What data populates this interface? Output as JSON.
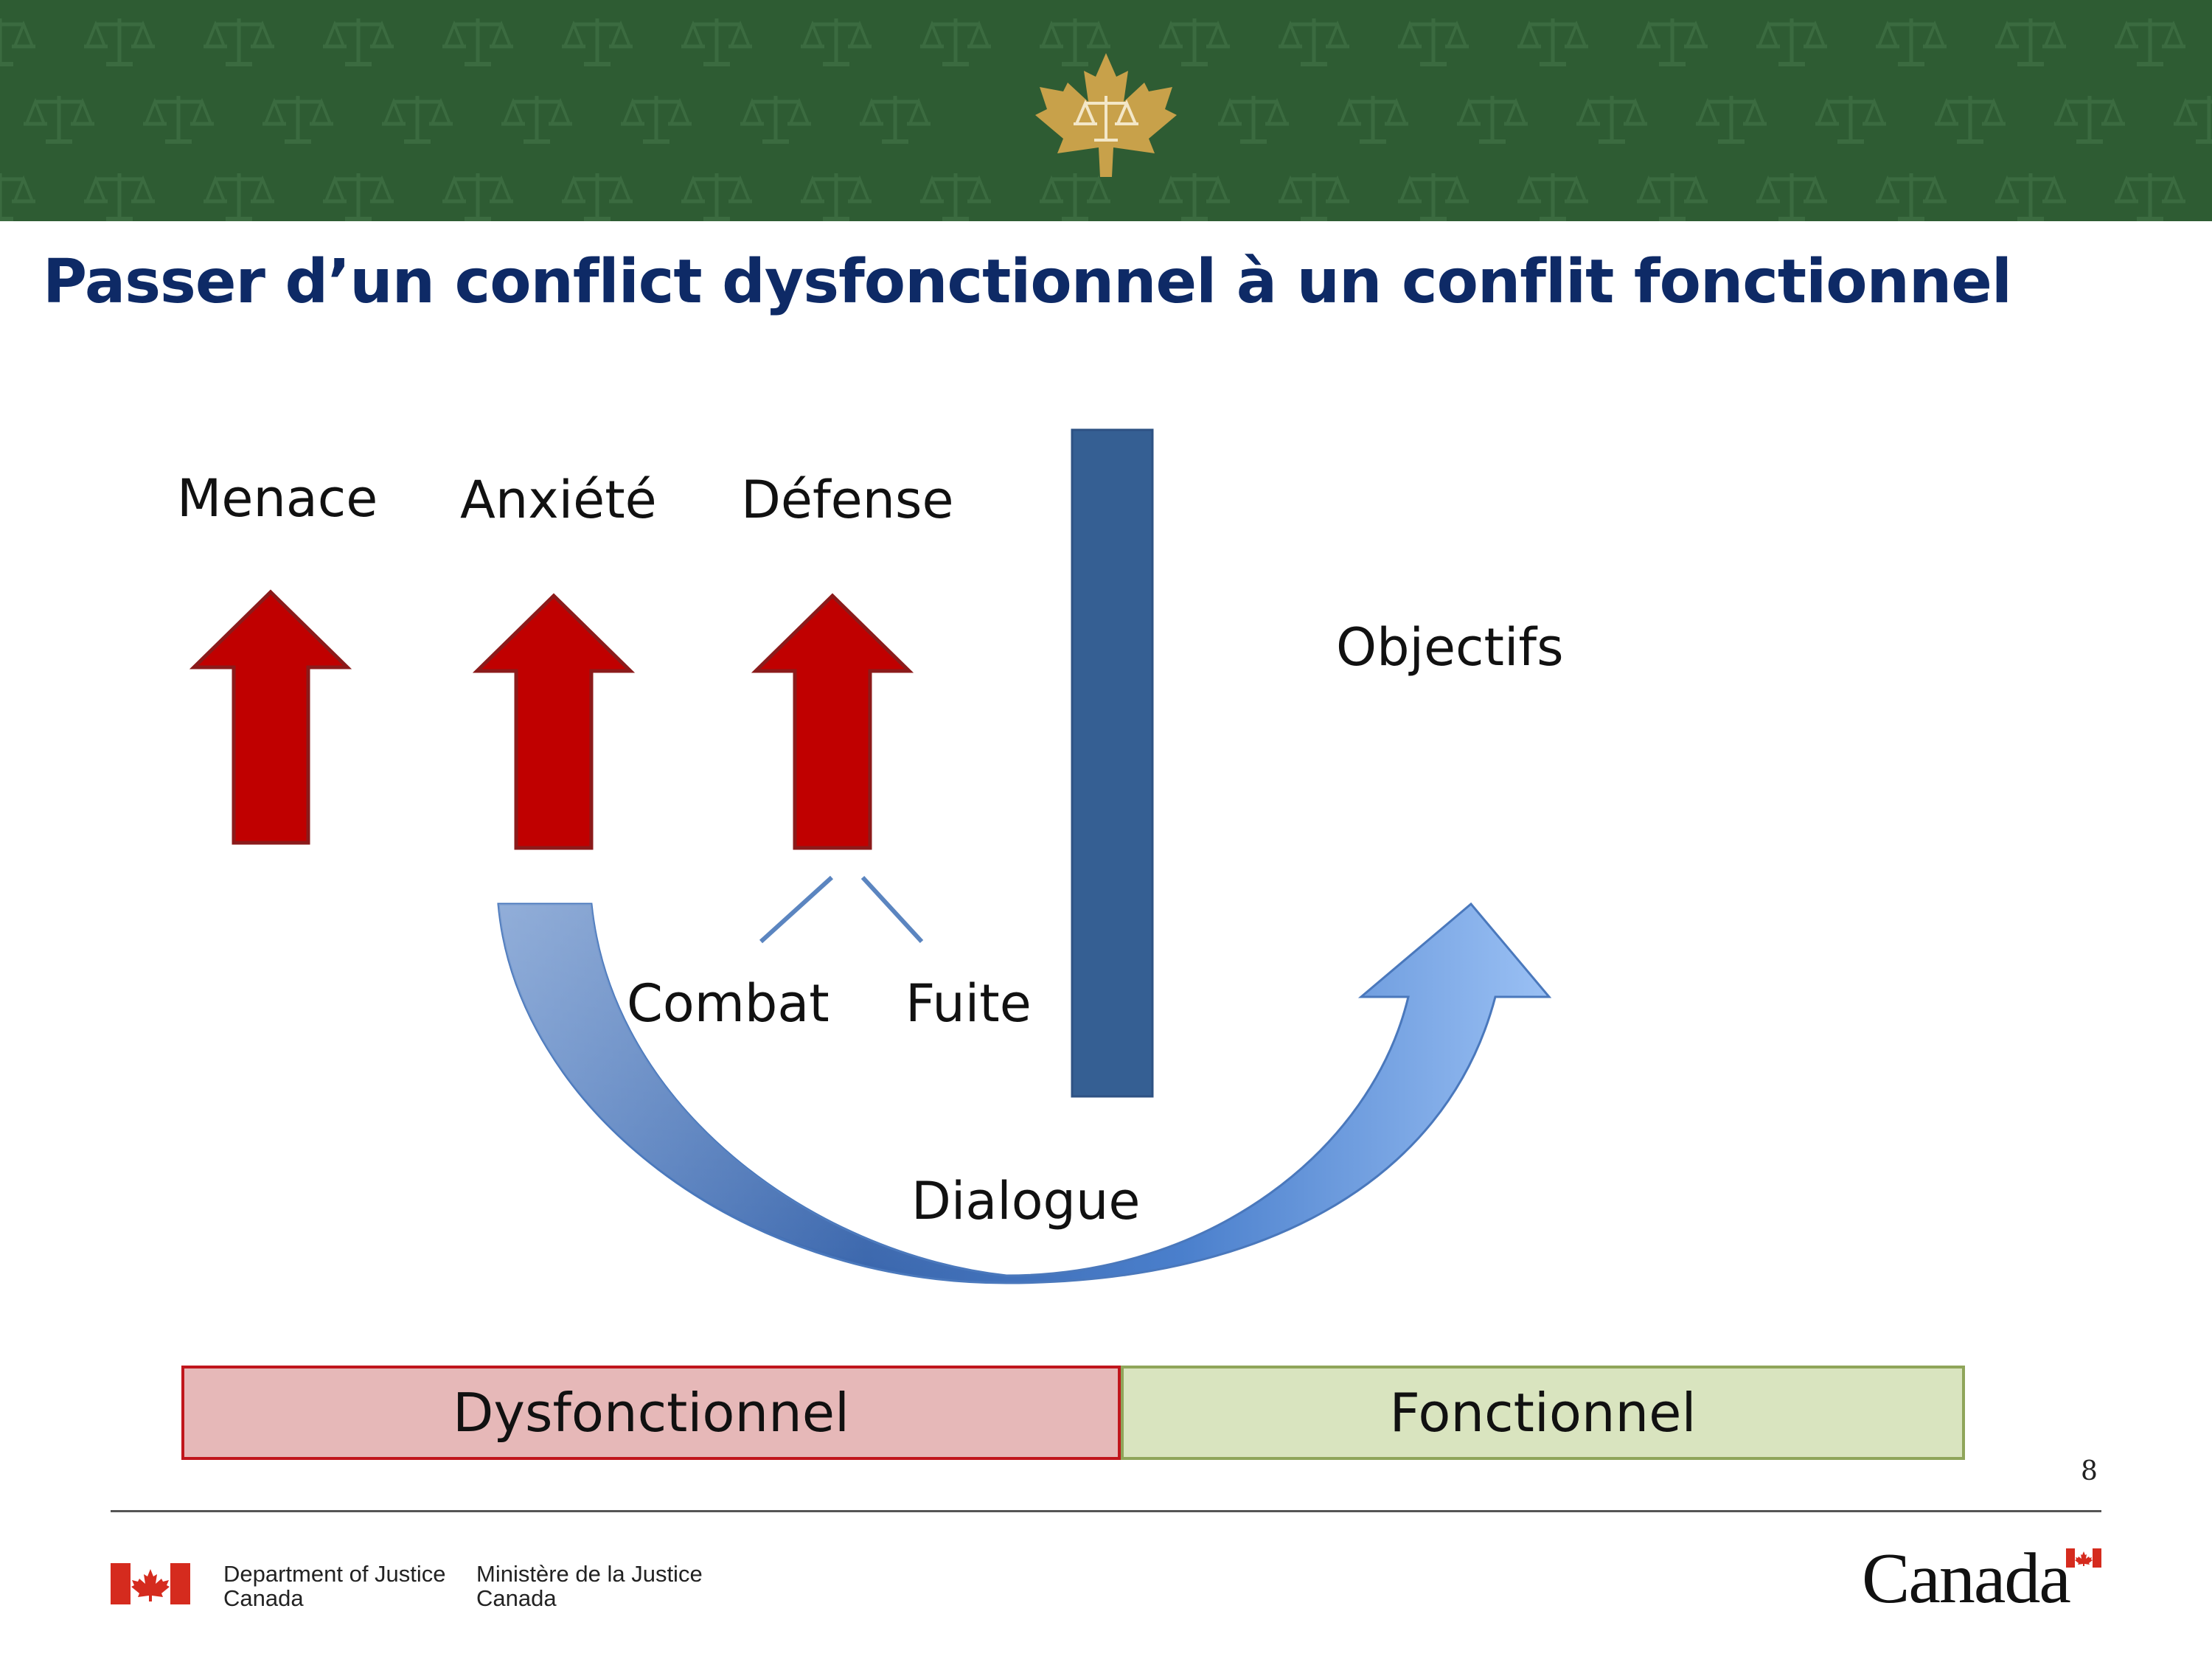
{
  "header": {
    "background_color": "#2e5c33",
    "emblem_color": "#c8a14a",
    "emblem_icon": "maple-leaf-scales-icon",
    "pattern_icon": "scales-of-justice-icon"
  },
  "slide": {
    "title": "Passer d’un conflict dysfonctionnel à un conflit fonctionnel",
    "page_number": "8"
  },
  "diagram": {
    "arrow_labels": [
      "Menace",
      "Anxiété",
      "Défense"
    ],
    "branch_labels": {
      "left": "Combat",
      "right": "Fuite"
    },
    "goal_label": "Objectifs",
    "curve_label": "Dialogue",
    "up_arrow_color": "#c00000",
    "barrier_color": "#355f93",
    "curve_color": "#4a7cc4"
  },
  "scale": {
    "left_label": "Dysfonctionnel",
    "right_label": "Fonctionnel",
    "left_color": "#e6b8b8",
    "right_color": "#d9e4bf"
  },
  "footer": {
    "dept_en_line1": "Department of Justice",
    "dept_en_line2": "Canada",
    "dept_fr_line1": "Ministère de la Justice",
    "dept_fr_line2": "Canada",
    "wordmark": "Canada"
  }
}
